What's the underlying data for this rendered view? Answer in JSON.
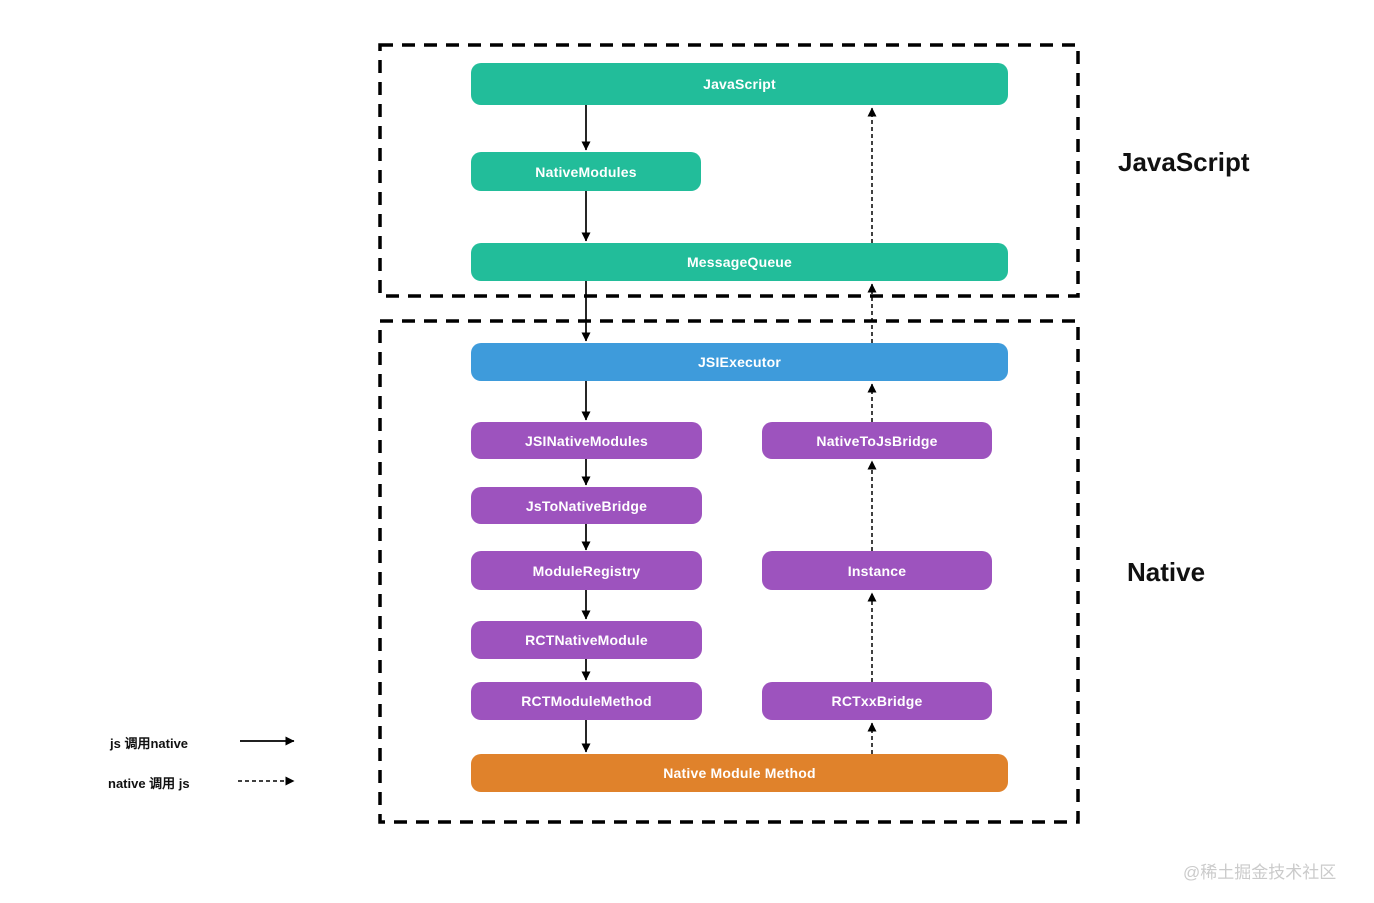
{
  "diagram": {
    "sections": {
      "javascript": {
        "label": "JavaScript"
      },
      "native": {
        "label": "Native"
      }
    },
    "nodes": {
      "javascript": {
        "label": "JavaScript",
        "color": "#22BD9A"
      },
      "nativemodules": {
        "label": "NativeModules",
        "color": "#22BD9A"
      },
      "messagequeue": {
        "label": "MessageQueue",
        "color": "#22BD9A"
      },
      "jsiexecutor": {
        "label": "JSIExecutor",
        "color": "#3E9BDB"
      },
      "jsinativemodules": {
        "label": "JSINativeModules",
        "color": "#9D53BE"
      },
      "jstonativebridge": {
        "label": "JsToNativeBridge",
        "color": "#9D53BE"
      },
      "moduleregistry": {
        "label": "ModuleRegistry",
        "color": "#9D53BE"
      },
      "rctnativemodule": {
        "label": "RCTNativeModule",
        "color": "#9D53BE"
      },
      "rctmodulemethod": {
        "label": "RCTModuleMethod",
        "color": "#9D53BE"
      },
      "nativetojsbridge": {
        "label": "NativeToJsBridge",
        "color": "#9D53BE"
      },
      "instance": {
        "label": "Instance",
        "color": "#9D53BE"
      },
      "rctxxbridge": {
        "label": "RCTxxBridge",
        "color": "#9D53BE"
      },
      "nativemodulemethod": {
        "label": "Native Module Method",
        "color": "#E0822B"
      }
    },
    "legend": {
      "solid_label": "js 调用native",
      "dashed_label": "native 调用 js"
    },
    "arrow_color": "#000000",
    "watermark": "@稀土掘金技术社区"
  }
}
